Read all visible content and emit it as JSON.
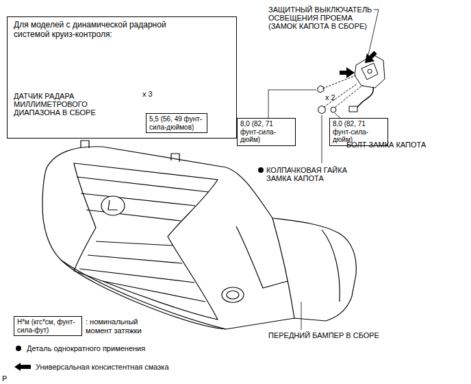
{
  "diagram": {
    "nodes": [
      {
        "text": [
          "Для моделей с динамической радарной системой круиз-контроля:"
        ]
      },
      {
        "text": [
          "5,5 (56, 49 фунт-сила-дюймов)"
        ],
        "in": 0
      },
      {
        "text": [
          "8,0 (82, 71 фунт-сила-дюйм)"
        ]
      },
      {
        "text": [
          "8,0 (82, 71 фунт-сила-дюйм)"
        ]
      },
      {
        "text": [
          "Н*м (кгс*см, фунт-сила-фут)"
        ]
      }
    ],
    "labels": [
      "ДАТЧИК РАДАРА МИЛЛИМЕТРОВОГО ДИАПАЗОНА В СБОРЕ",
      "x 3",
      "ЗАЩИТНЫЙ ВЫКЛЮЧАТЕЛЬ ОСВЕЩЕНИЯ ПРОЕМА (ЗАМОК КАПОТА В СБОРЕ)",
      "x 2",
      "БОЛТ ЗАМКА КАПОТА",
      "КОЛПАЧКОВАЯ ГАЙКА ЗАМКА КАПОТА",
      "ПЕРЕДНИЙ БАМПЕР В СБОРЕ",
      "P"
    ],
    "legend": [
      {
        "text": ": номинальный момент затяжки"
      },
      {
        "text": "Деталь однократного применения"
      },
      {
        "text": "Универсальная консистентная смазка"
      }
    ]
  }
}
